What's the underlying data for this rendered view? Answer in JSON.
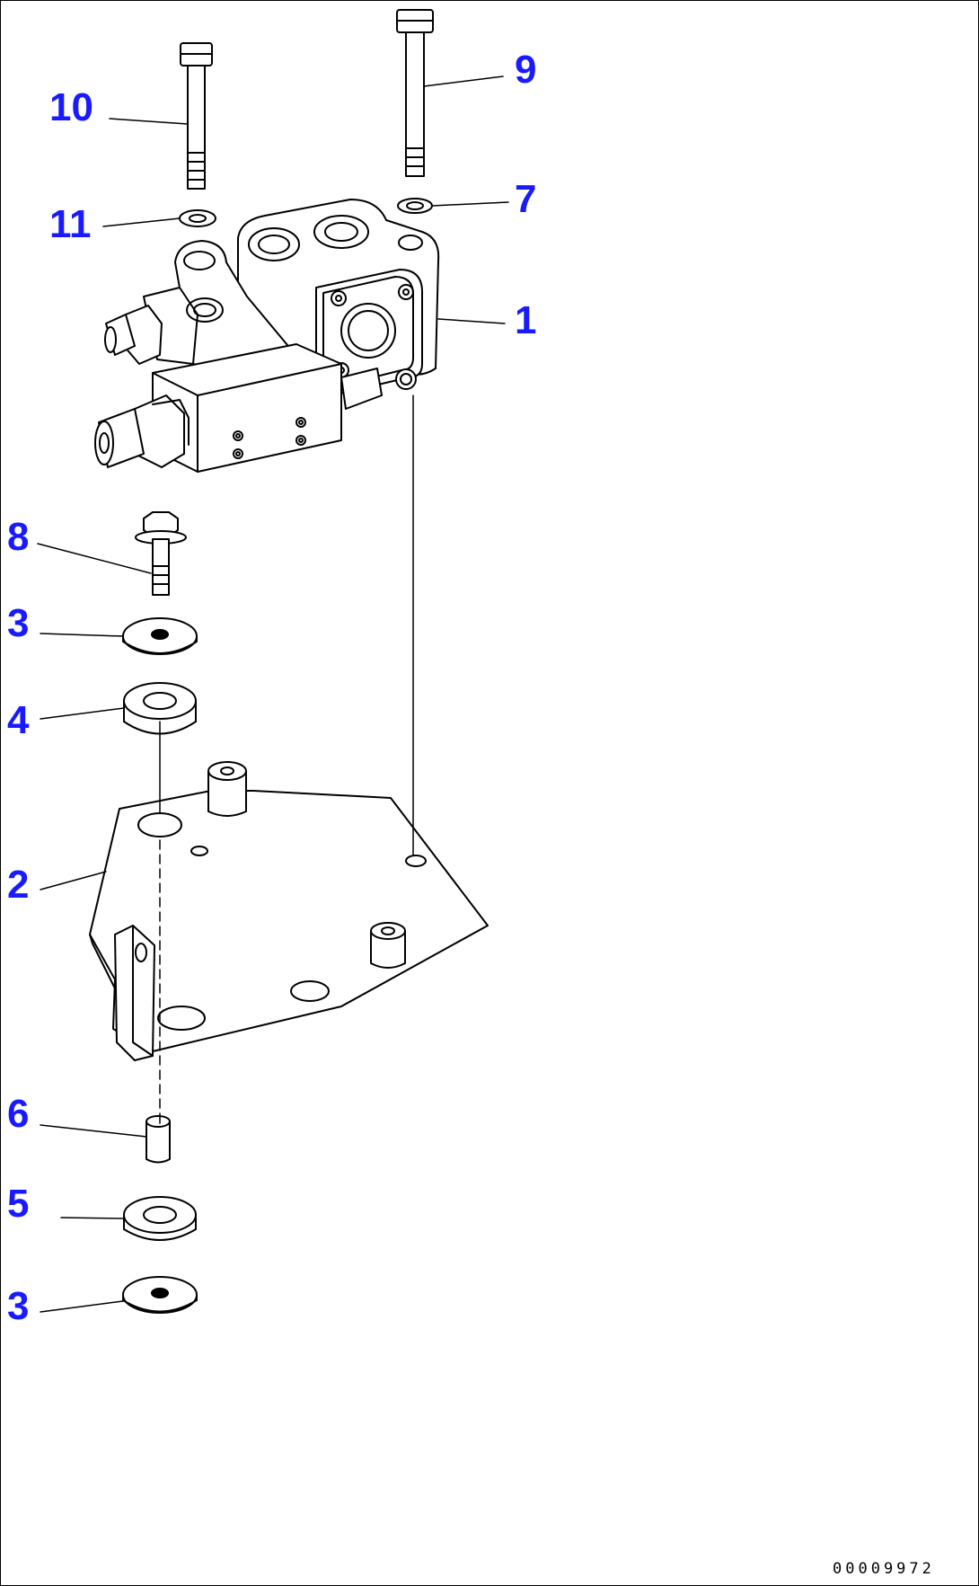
{
  "diagram": {
    "colors": {
      "callout": "#1a1aff",
      "line": "#000000"
    },
    "callouts": [
      {
        "id": "c10",
        "label": "10"
      },
      {
        "id": "c9",
        "label": "9"
      },
      {
        "id": "c11",
        "label": "11"
      },
      {
        "id": "c7",
        "label": "7"
      },
      {
        "id": "c1",
        "label": "1"
      },
      {
        "id": "c8",
        "label": "8"
      },
      {
        "id": "c3a",
        "label": "3"
      },
      {
        "id": "c4",
        "label": "4"
      },
      {
        "id": "c2",
        "label": "2"
      },
      {
        "id": "c6",
        "label": "6"
      },
      {
        "id": "c5",
        "label": "5"
      },
      {
        "id": "c3b",
        "label": "3"
      }
    ],
    "document_number": "00009972"
  }
}
